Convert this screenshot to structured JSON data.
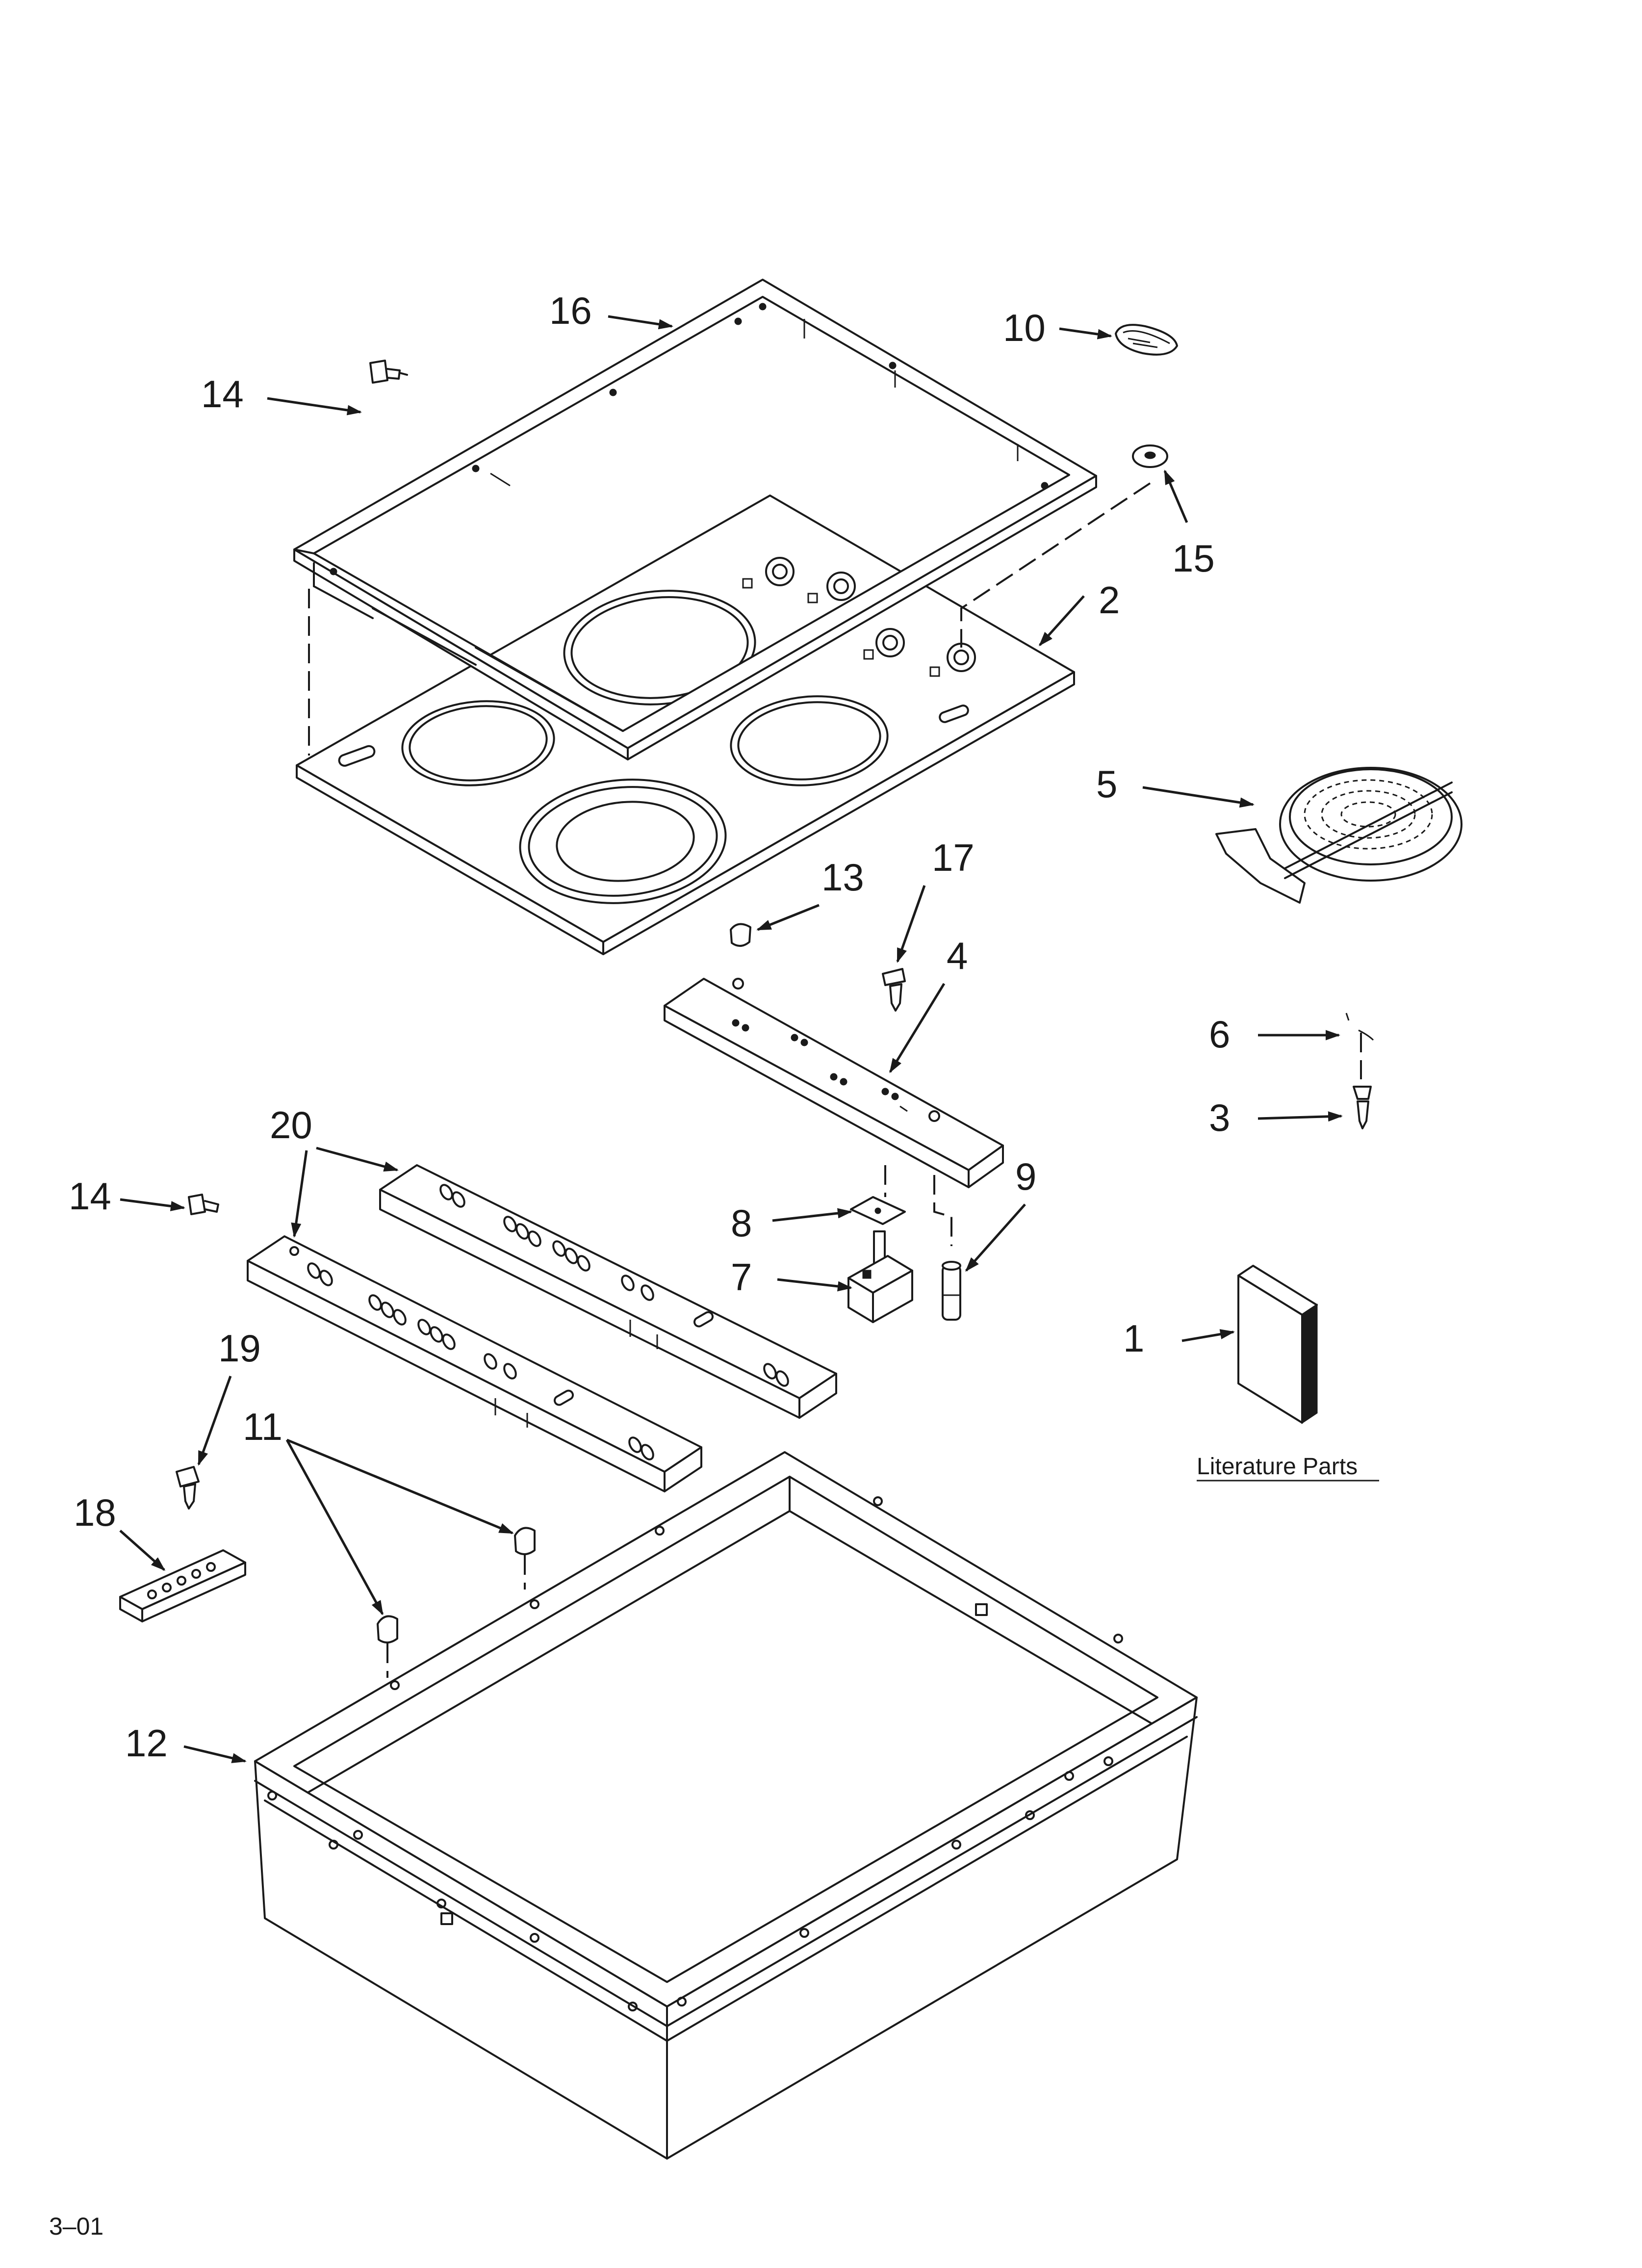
{
  "diagram": {
    "callouts": {
      "c1": "1",
      "c2": "2",
      "c3": "3",
      "c4": "4",
      "c5": "5",
      "c6": "6",
      "c7": "7",
      "c8": "8",
      "c9": "9",
      "c10": "10",
      "c11": "11",
      "c12": "12",
      "c13": "13",
      "c14a": "14",
      "c14b": "14",
      "c15": "15",
      "c16": "16",
      "c17": "17",
      "c18": "18",
      "c19": "19",
      "c20": "20"
    },
    "literature_caption": "Literature Parts",
    "page_code": "3–01"
  }
}
